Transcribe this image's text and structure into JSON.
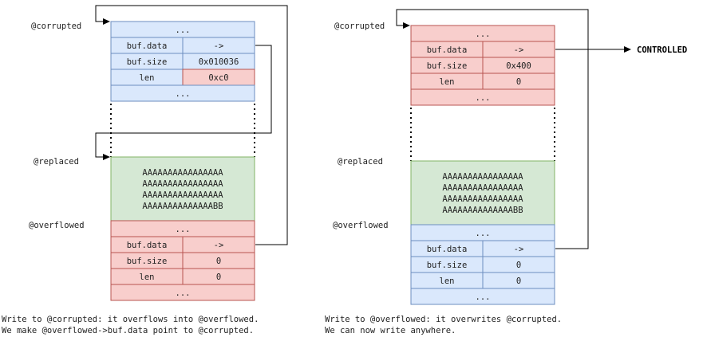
{
  "left": {
    "corrupted_label": "@corrupted",
    "replaced_label": "@replaced",
    "overflowed_label": "@overflowed",
    "corrupted": {
      "top_ellipsis": "...",
      "rows": [
        {
          "name": "buf.data",
          "value": "->"
        },
        {
          "name": "buf.size",
          "value": "0x010036"
        },
        {
          "name": "len",
          "value": "0xc0"
        }
      ],
      "bottom_ellipsis": "..."
    },
    "replaced_lines": [
      "AAAAAAAAAAAAAAAA",
      "AAAAAAAAAAAAAAAA",
      "AAAAAAAAAAAAAAAA",
      "AAAAAAAAAAAAAABB"
    ],
    "overflowed": {
      "top_ellipsis": "...",
      "rows": [
        {
          "name": "buf.data",
          "value": "->"
        },
        {
          "name": "buf.size",
          "value": "0"
        },
        {
          "name": "len",
          "value": "0"
        }
      ],
      "bottom_ellipsis": "..."
    },
    "caption": [
      "Write to @corrupted: it overflows into @overflowed.",
      "We make @overflowed->buf.data point to @corrupted."
    ]
  },
  "right": {
    "corrupted_label": "@corrupted",
    "replaced_label": "@replaced",
    "overflowed_label": "@overflowed",
    "controlled_label": "CONTROLLED",
    "corrupted": {
      "top_ellipsis": "...",
      "rows": [
        {
          "name": "buf.data",
          "value": "->"
        },
        {
          "name": "buf.size",
          "value": "0x400"
        },
        {
          "name": "len",
          "value": "0"
        }
      ],
      "bottom_ellipsis": "..."
    },
    "replaced_lines": [
      "AAAAAAAAAAAAAAAA",
      "AAAAAAAAAAAAAAAA",
      "AAAAAAAAAAAAAAAA",
      "AAAAAAAAAAAAAABB"
    ],
    "overflowed": {
      "top_ellipsis": "...",
      "rows": [
        {
          "name": "buf.data",
          "value": "->"
        },
        {
          "name": "buf.size",
          "value": "0"
        },
        {
          "name": "len",
          "value": "0"
        }
      ],
      "bottom_ellipsis": "..."
    },
    "caption": [
      "Write to @overflowed: it overwrites @corrupted.",
      "We can now write anywhere."
    ]
  },
  "colors": {
    "blue_fill": "#dae8fc",
    "blue_stroke": "#6c8ebf",
    "red_fill": "#f8cecc",
    "red_stroke": "#b85450",
    "green_fill": "#d5e8d4",
    "green_stroke": "#82b366"
  }
}
